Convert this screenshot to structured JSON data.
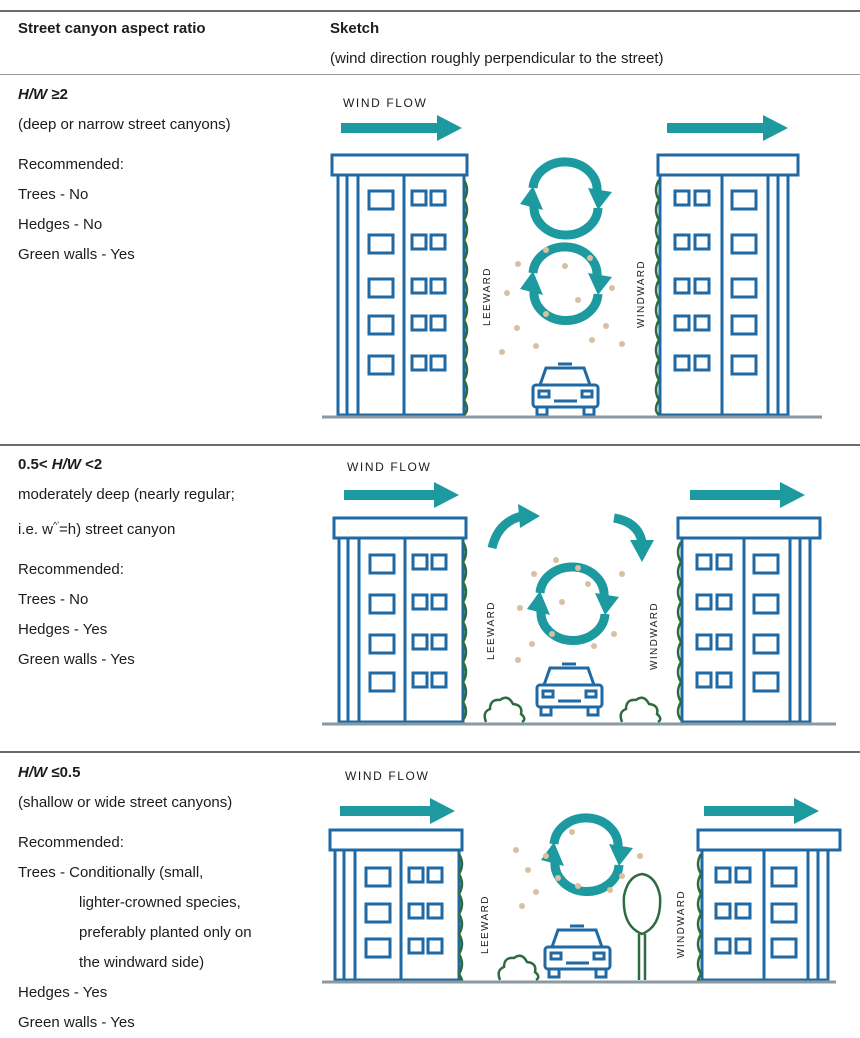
{
  "header": {
    "col1": "Street canyon aspect ratio",
    "col2": "Sketch",
    "col2_sub": "(wind direction roughly perpendicular to the street)"
  },
  "rows": [
    {
      "title": "H/W ≥2",
      "lines": [
        "(deep or narrow street canyons)"
      ],
      "recommended_label": "Recommended:",
      "items": [
        "Trees - No",
        "Hedges - No",
        "Green walls - Yes"
      ],
      "sketch": {
        "wind_label": "WIND FLOW",
        "leeward": "LEEWARD",
        "windward": "WINDWARD"
      }
    },
    {
      "title": "0.5< H/W <2",
      "lines": [
        "moderately deep (nearly regular;",
        "i.e. w^'=h) street canyon"
      ],
      "recommended_label": "Recommended:",
      "items": [
        "Trees - No",
        "Hedges - Yes",
        "Green walls - Yes"
      ],
      "sketch": {
        "wind_label": "WIND FLOW",
        "leeward": "LEEWARD",
        "windward": "WINDWARD"
      }
    },
    {
      "title": "H/W ≤0.5",
      "lines": [
        "(shallow or wide street canyons)"
      ],
      "recommended_label": "Recommended:",
      "items": [
        "Trees - Conditionally (small,",
        "lighter-crowned species,",
        "preferably planted only on",
        "the windward side)",
        "Hedges - Yes",
        "Green walls - Yes"
      ],
      "sketch": {
        "wind_label": "WIND FLOW",
        "leeward": "LEEWARD",
        "windward": "WINDWARD"
      }
    }
  ],
  "colors": {
    "building": "#1f6aa5",
    "wind_arrow": "#1d9aa0",
    "vegetation": "#2e6b3f",
    "pollutant": "#d8c0a0"
  }
}
